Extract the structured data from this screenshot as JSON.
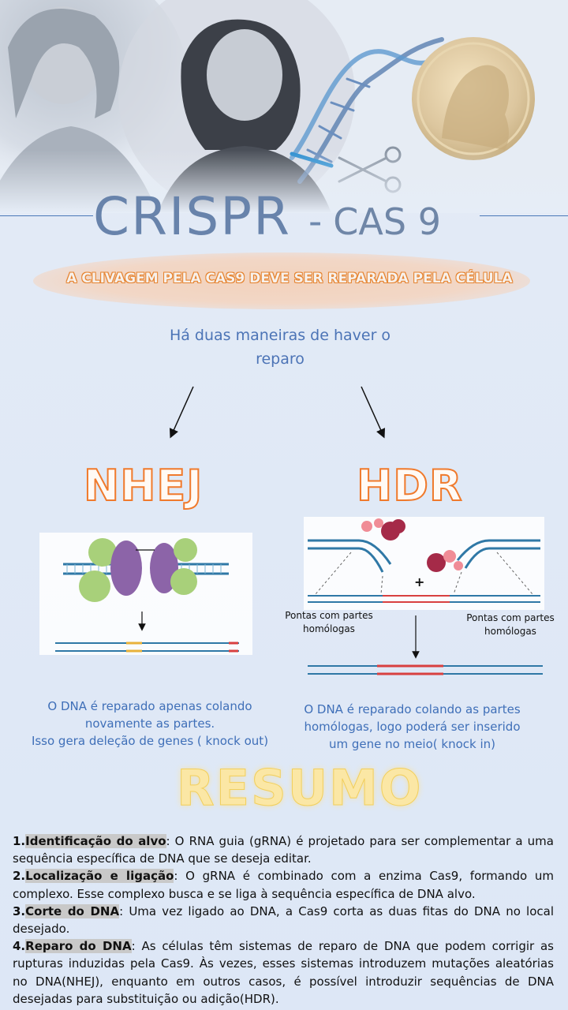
{
  "header": {
    "title_main": "CRISPR",
    "title_dash": "-",
    "title_sub": "CAS 9",
    "images": [
      "portrait-left",
      "portrait-center",
      "dna-helix-scissors",
      "nobel-medal"
    ]
  },
  "banner": {
    "text": "A CLIVAGEM PELA CAS9 DEVE SER REPARADA PELA CÉLULA"
  },
  "intro": {
    "text": "Há duas maneiras de haver o reparo"
  },
  "nhej": {
    "title": "NHEJ",
    "caption_lines": [
      "O DNA  é reparado apenas colando",
      "novamente as partes.",
      "Isso gera deleção de genes ( knock out)"
    ]
  },
  "hdr": {
    "title": "HDR",
    "plus": "+",
    "label_left_lines": [
      "Pontas com partes",
      "homólogas"
    ],
    "label_right_lines": [
      "Pontas com partes",
      "homólogas"
    ],
    "caption_lines": [
      "O DNA  é reparado colando as partes",
      "homólogas, logo poderá ser inserido",
      "um gene no meio( knock in)"
    ]
  },
  "resumo": {
    "title": "RESUMO"
  },
  "summary": [
    {
      "num": "1.",
      "label": "Identificação do alvo",
      "text": ": O RNA guia (gRNA) é projetado para ser complementar a uma sequência específica de DNA que se deseja editar."
    },
    {
      "num": "2.",
      "label": "Localização e ligação",
      "text": ": O gRNA é combinado com a enzima Cas9, formando um complexo. Esse complexo busca e se liga à sequência específica de DNA alvo."
    },
    {
      "num": "3.",
      "label": "Corte do DNA",
      "text": ": Uma vez ligado ao DNA, a Cas9 corta as duas fitas do DNA no local desejado."
    },
    {
      "num": "4.",
      "label": "Reparo do DNA",
      "text": ": As células têm sistemas de reparo de DNA que podem corrigir as rupturas induzidas pela Cas9. Às vezes, esses sistemas introduzem mutações aleatórias no DNA(NHEJ), enquanto em outros casos, é possível introduzir sequências de DNA desejadas para substituição ou adição(HDR)."
    }
  ],
  "colors": {
    "accent_orange": "#f07a2c",
    "text_blue": "#4c74b6",
    "resumo_yellow": "#fbe7a5",
    "dna_blue": "#2f78a6",
    "insert_red": "#d84040"
  }
}
